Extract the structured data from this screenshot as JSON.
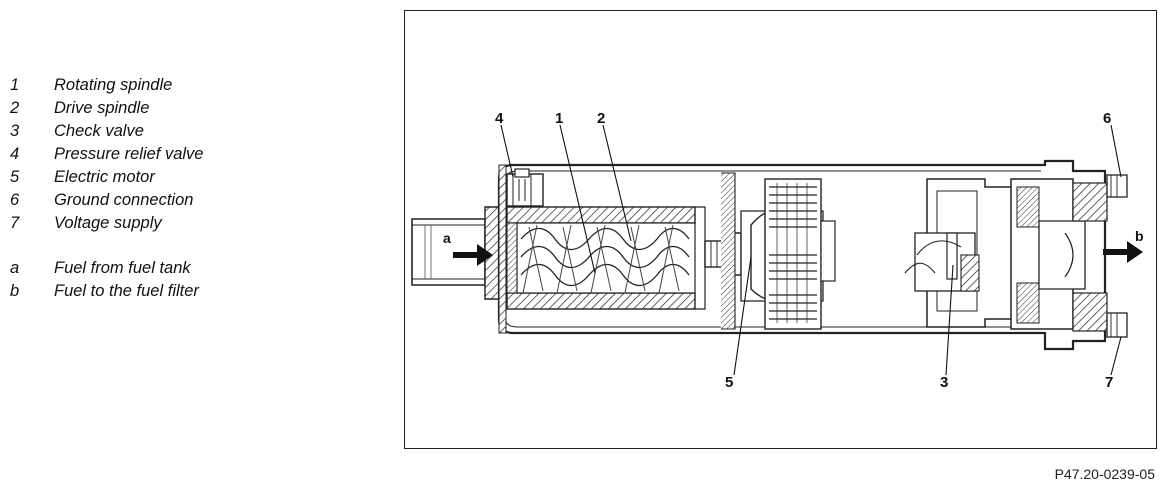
{
  "legend": {
    "numbered": [
      {
        "key": "1",
        "text": "Rotating spindle"
      },
      {
        "key": "2",
        "text": "Drive spindle"
      },
      {
        "key": "3",
        "text": "Check valve"
      },
      {
        "key": "4",
        "text": "Pressure relief valve"
      },
      {
        "key": "5",
        "text": "Electric motor"
      },
      {
        "key": "6",
        "text": "Ground connection"
      },
      {
        "key": "7",
        "text": "Voltage supply"
      }
    ],
    "lettered": [
      {
        "key": "a",
        "text": "Fuel from fuel tank"
      },
      {
        "key": "b",
        "text": "Fuel to the fuel filter"
      }
    ]
  },
  "diagram": {
    "callouts": {
      "c1": "1",
      "c2": "2",
      "c3": "3",
      "c4": "4",
      "c5": "5",
      "c6": "6",
      "c7": "7"
    },
    "flows": {
      "inlet": "a",
      "outlet": "b"
    }
  },
  "figure_id": "P47.20-0239-05"
}
